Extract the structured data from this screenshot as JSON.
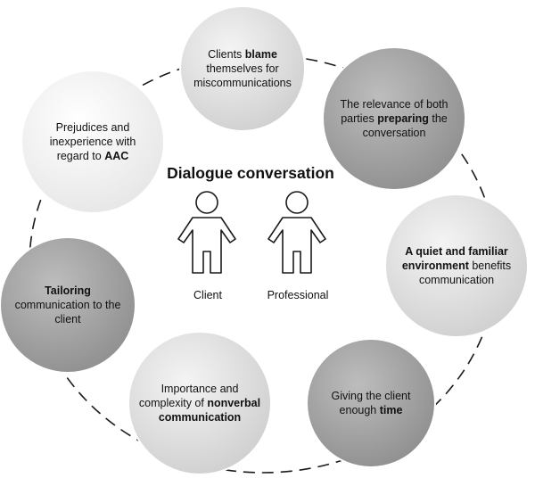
{
  "center": {
    "title": "Dialogue conversation",
    "people": [
      {
        "label": "Client"
      },
      {
        "label": "Professional"
      }
    ]
  },
  "nodes": [
    {
      "id": "blame",
      "shade": "#d9d9d9",
      "lines": [
        [
          {
            "t": "Clients "
          },
          {
            "t": "blame",
            "b": true
          }
        ],
        [
          {
            "t": "themselves for"
          }
        ],
        [
          {
            "t": "miscommunications"
          }
        ]
      ]
    },
    {
      "id": "preparing",
      "shade": "#a6a6a6",
      "lines": [
        [
          {
            "t": "The relevance of both"
          }
        ],
        [
          {
            "t": "parties "
          },
          {
            "t": "preparing",
            "b": true
          },
          {
            "t": " the"
          }
        ],
        [
          {
            "t": "conversation"
          }
        ]
      ]
    },
    {
      "id": "environment",
      "shade": "#d9d9d9",
      "lines": [
        [
          {
            "t": "A quiet and familiar",
            "b": true
          }
        ],
        [
          {
            "t": "environment",
            "b": true
          },
          {
            "t": " benefits"
          }
        ],
        [
          {
            "t": "communication"
          }
        ]
      ]
    },
    {
      "id": "time",
      "shade": "#a6a6a6",
      "lines": [
        [
          {
            "t": "Giving the client"
          }
        ],
        [
          {
            "t": "enough "
          },
          {
            "t": "time",
            "b": true
          }
        ]
      ]
    },
    {
      "id": "nonverbal",
      "shade": "#d9d9d9",
      "lines": [
        [
          {
            "t": "Importance and"
          }
        ],
        [
          {
            "t": "complexity of "
          },
          {
            "t": "nonverbal",
            "b": true
          }
        ],
        [
          {
            "t": "communication",
            "b": true
          }
        ]
      ]
    },
    {
      "id": "tailoring",
      "shade": "#a6a6a6",
      "lines": [
        [
          {
            "t": "Tailoring",
            "b": true
          }
        ],
        [
          {
            "t": "communication to the"
          }
        ],
        [
          {
            "t": "client"
          }
        ]
      ]
    },
    {
      "id": "prejudices",
      "shade": "#f2f2f2",
      "lines": [
        [
          {
            "t": "Prejudices and"
          }
        ],
        [
          {
            "t": "inexperience with"
          }
        ],
        [
          {
            "t": "regard to "
          },
          {
            "t": "AAC",
            "b": true
          }
        ]
      ]
    }
  ]
}
